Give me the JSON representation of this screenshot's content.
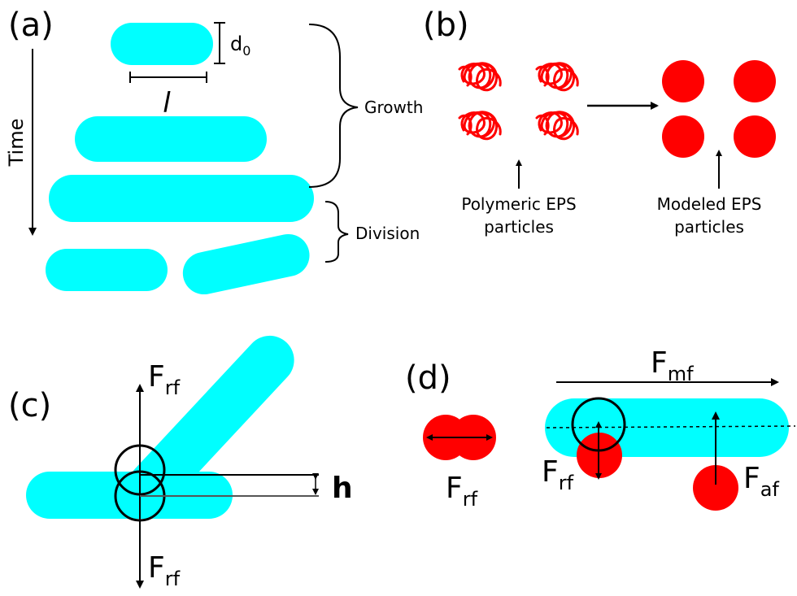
{
  "panels": {
    "a": {
      "label": "(a)",
      "axis_label": "Time",
      "d_label": "d",
      "d_sub": "0",
      "l_label": "l",
      "growth_label": "Growth",
      "division_label": "Division"
    },
    "b": {
      "label": "(b)",
      "polymeric_line1": "Polymeric EPS",
      "polymeric_line2": "particles",
      "modeled_line1": "Modeled EPS",
      "modeled_line2": "particles"
    },
    "c": {
      "label": "(c)",
      "force_top": "F",
      "force_top_sub": "rf",
      "force_bottom": "F",
      "force_bottom_sub": "rf",
      "h_label": "h"
    },
    "d": {
      "label": "(d)",
      "force_mf": "F",
      "force_mf_sub": "mf",
      "force_rf_left": "F",
      "force_rf_left_sub": "rf",
      "force_rf_right": "F",
      "force_rf_right_sub": "rf",
      "force_af": "F",
      "force_af_sub": "af"
    }
  },
  "colors": {
    "bacterium": "#00ffff",
    "eps": "#ff0000",
    "line": "#000000"
  }
}
